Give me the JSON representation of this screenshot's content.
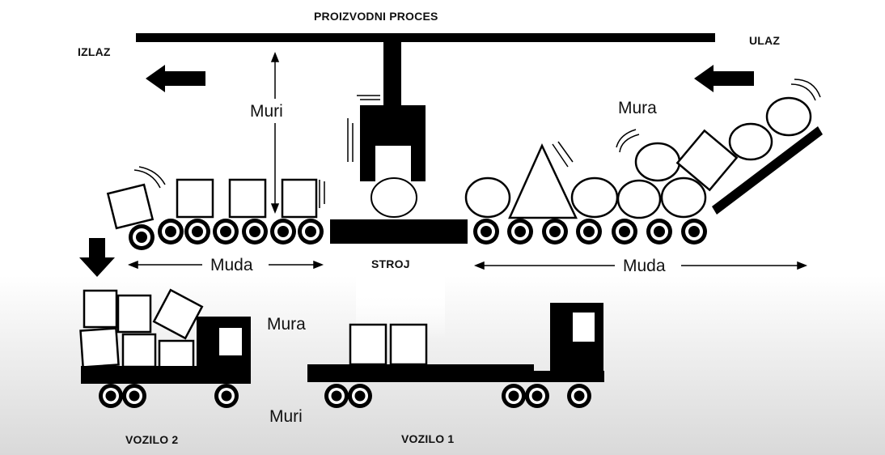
{
  "title": "PROIZVODNI PROCES",
  "endpoints": {
    "exit": "IZLAZ",
    "entry": "ULAZ"
  },
  "machine": {
    "label": "STROJ"
  },
  "vehicles": [
    {
      "label": "VOZILO 2"
    },
    {
      "label": "VOZILO 1"
    }
  ],
  "annotations": {
    "muri_top": "Muri",
    "mura_top": "Mura",
    "muda_left": "Muda",
    "muda_right": "Muda",
    "mura_bottom": "Mura",
    "muri_bottom": "Muri"
  },
  "colors": {
    "ink": "#000000",
    "paper": "#ffffff"
  }
}
